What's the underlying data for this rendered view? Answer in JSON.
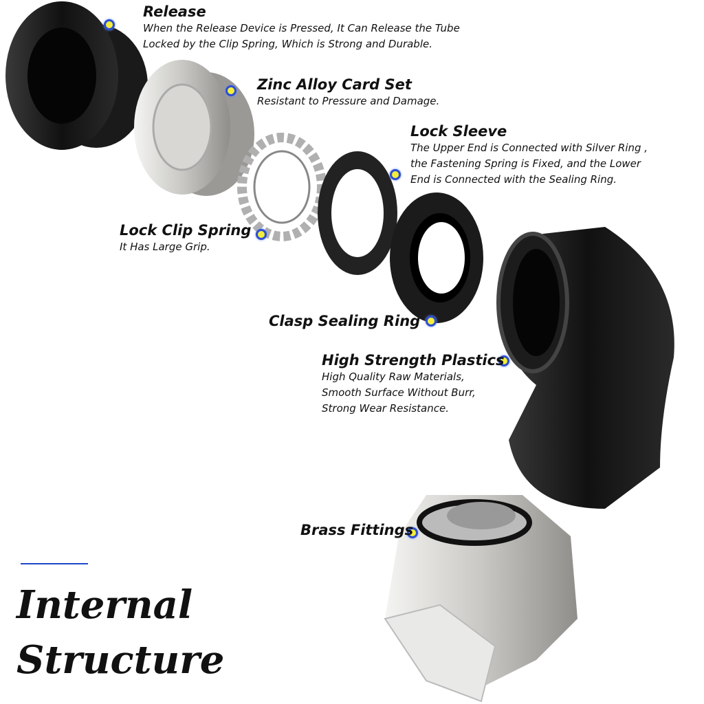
{
  "labels": [
    {
      "title": "Release",
      "desc": [
        "When the Release Device is Pressed, It Can Release the Tube",
        "Locked by the Clip Spring, Which is Strong and Durable."
      ]
    },
    {
      "title": "Zinc Alloy Card Set",
      "desc": [
        "Resistant to Pressure and Damage."
      ]
    },
    {
      "title": "Lock Sleeve",
      "desc": [
        "The Upper End is Connected with Silver Ring ,",
        "the Fastening Spring is Fixed, and the Lower",
        "End is Connected with the Sealing Ring."
      ]
    },
    {
      "title": "Lock Clip Spring",
      "desc": [
        "It Has Large Grip."
      ]
    },
    {
      "title": "Clasp Sealing Ring",
      "desc": []
    },
    {
      "title": "High Strength Plastics",
      "desc": [
        "High Quality Raw Materials,",
        "Smooth Surface Without Burr,",
        "Strong Wear Resistance."
      ]
    },
    {
      "title": "Brass Fittings",
      "desc": []
    }
  ],
  "heading": {
    "line1": "Internal",
    "line2": "Structure"
  },
  "colors": {
    "dot_fill": "#f4ee3a",
    "dot_ring": "#2d4fd0",
    "accent_bar": "#1e47c8"
  }
}
